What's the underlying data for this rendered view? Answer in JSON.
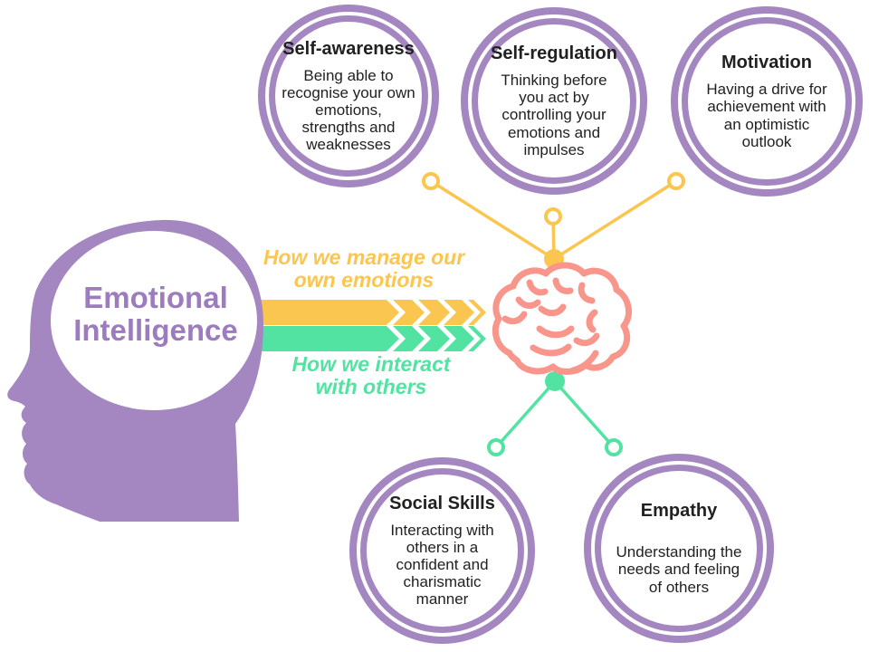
{
  "colors": {
    "purple": "#A487C1",
    "purple_text": "#9C7CBE",
    "yellow": "#FBC64F",
    "green": "#52E3A3",
    "salmon": "#F8968C",
    "ink": "#212121"
  },
  "head": {
    "title": "Emotional Intelligence"
  },
  "flows": [
    {
      "id": "manage-own-emotions",
      "label": "How we manage our\nown emotions",
      "color": "#FBC64F"
    },
    {
      "id": "interact-with-others",
      "label": "How we interact\nwith others",
      "color": "#52E3A3"
    }
  ],
  "nodes": [
    {
      "title": "Self-awareness",
      "description": "Being able to\nrecognise your own\nemotions,\nstrengths and\nweaknesses",
      "connector": "manage-own-emotions"
    },
    {
      "title": "Self-regulation",
      "description": "Thinking before\nyou act by\ncontrolling your\nemotions and\nimpulses",
      "connector": "manage-own-emotions"
    },
    {
      "title": "Motivation",
      "description": "Having a drive for\nachievement with\nan optimistic\noutlook",
      "connector": "manage-own-emotions"
    },
    {
      "title": "Social Skills",
      "description": "Interacting with\nothers in a\nconfident and\ncharismatic\nmanner",
      "connector": "interact-with-others"
    },
    {
      "title": "Empathy",
      "description": "Understanding the\nneeds and feeling\nof others",
      "connector": "interact-with-others"
    }
  ]
}
